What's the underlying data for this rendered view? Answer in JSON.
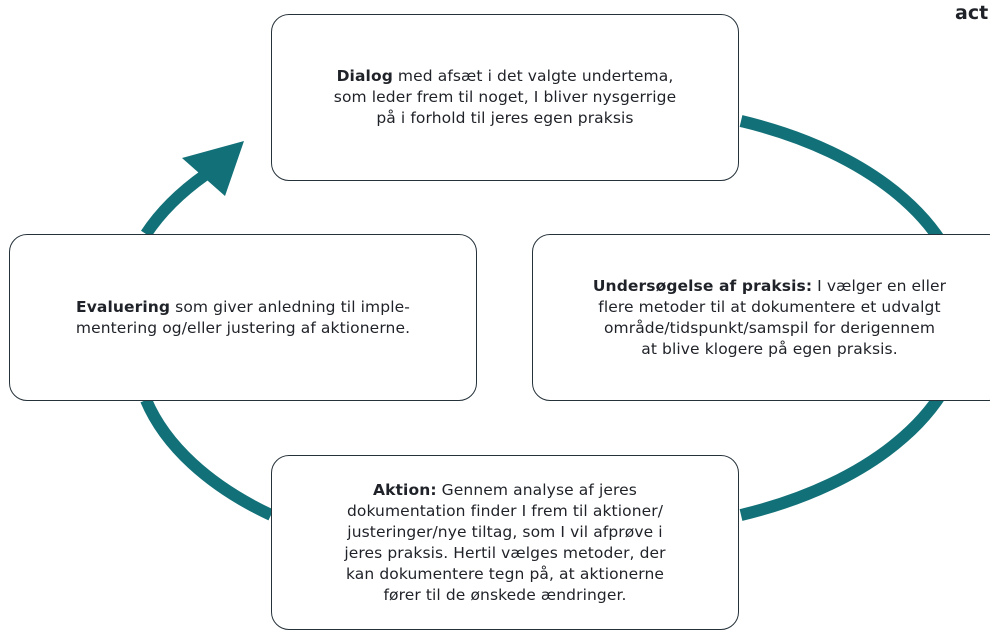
{
  "colors": {
    "cycle": "#127178",
    "box_border": "#26323a",
    "text": "#1f2228"
  },
  "brand": {
    "text": "act"
  },
  "steps": {
    "dialog": {
      "bold": "Dialog",
      "lines": [
        " med afsæt i det valgte undertema,",
        "som leder frem til noget, I bliver nysgerrige",
        "på i forhold til jeres egen praksis"
      ]
    },
    "undersoegelse": {
      "bold": "Undersøgelse af praksis:",
      "lines": [
        " I vælger en eller",
        "flere metoder til at dokumentere et udvalgt",
        "område/tidspunkt/samspil for derigennem",
        "at blive klogere på egen praksis."
      ]
    },
    "evaluering": {
      "bold": "Evaluering",
      "lines": [
        " som giver anledning til imple-",
        "mentering og/eller justering af aktionerne."
      ]
    },
    "aktion": {
      "bold": "Aktion:",
      "lines": [
        " Gennem analyse af jeres",
        "dokumentation finder I frem til aktioner/",
        "justeringer/nye tiltag, som I vil afprøve i",
        "jeres praksis. Hertil vælges metoder, der",
        "kan dokumentere tegn på, at aktionerne",
        "fører til de ønskede ændringer."
      ]
    }
  }
}
